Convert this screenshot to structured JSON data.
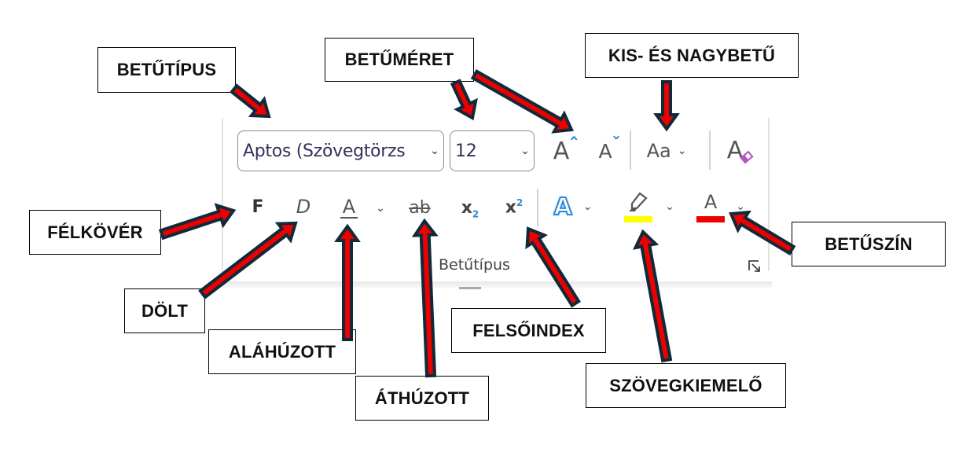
{
  "ribbon": {
    "font_name": {
      "value": "Aptos (Szövegtörzs)",
      "display": "Aptos (Szövegtörzs"
    },
    "font_size": {
      "value": "12"
    },
    "buttons": {
      "grow_font": {
        "glyph": "A",
        "accent": "ˆ",
        "icon": "grow-font-icon"
      },
      "shrink_font": {
        "glyph": "A",
        "accent": "ˇ",
        "icon": "shrink-font-icon"
      },
      "change_case": {
        "glyph": "Aa",
        "icon": "change-case-icon"
      },
      "clear_formatting": {
        "glyph": "A",
        "icon": "clear-formatting-icon"
      },
      "bold": {
        "glyph": "F",
        "icon": "bold-icon"
      },
      "italic": {
        "glyph": "D",
        "icon": "italic-icon"
      },
      "underline": {
        "glyph": "A",
        "icon": "underline-icon"
      },
      "strikethrough": {
        "glyph": "ab",
        "icon": "strikethrough-icon"
      },
      "subscript": {
        "glyph": "x",
        "index": "2",
        "icon": "subscript-icon"
      },
      "superscript": {
        "glyph": "x",
        "index": "2",
        "icon": "superscript-icon"
      },
      "text_effects": {
        "glyph": "A",
        "icon": "text-effects-icon"
      },
      "highlight": {
        "icon": "highlighter-icon",
        "color": "#ffff00"
      },
      "font_color": {
        "glyph": "A",
        "icon": "font-color-icon",
        "color": "#ee0000"
      }
    },
    "chevron": "⌄",
    "group_label": "Betűtípus"
  },
  "colors": {
    "accent_blue": "#2b8ad8",
    "eraser_purple": "#b44fc6",
    "arrow_fill": "#ee0000",
    "arrow_outline": "#0f2a3a"
  },
  "callouts": {
    "betutipus": "BETŰTÍPUS",
    "betumeret": "BETŰMÉRET",
    "kis_es_nagybetu": "KIS- ÉS NAGYBETŰ",
    "felkover": "FÉLKÖVÉR",
    "dolt": "DÖLT",
    "alahuzott": "ALÁHÚZOTT",
    "athuzott": "ÁTHÚZOTT",
    "felsoindex": "FELSŐINDEX",
    "szovegkiemelo": "SZÖVEGKIEMELŐ",
    "betuszin": "BETŰSZÍN"
  }
}
